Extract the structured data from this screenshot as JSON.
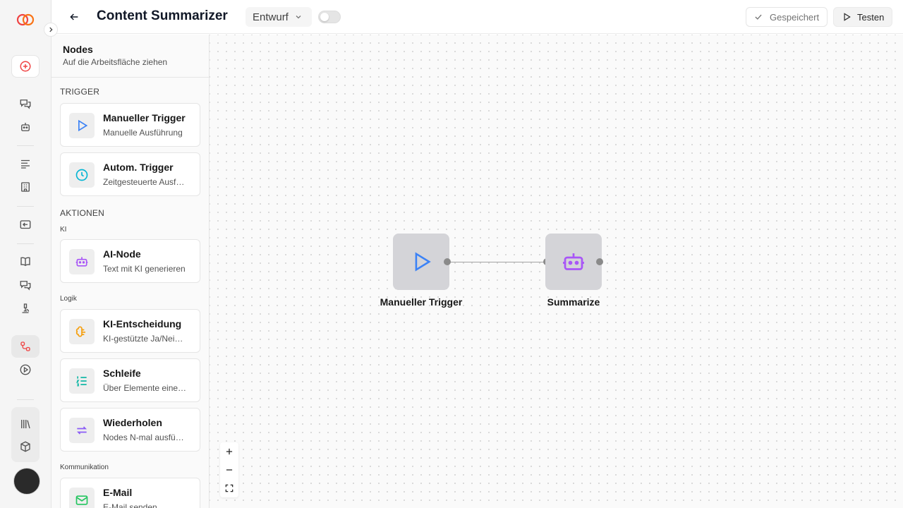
{
  "header": {
    "title": "Content Summarizer",
    "status": "Entwurf",
    "saved_label": "Gespeichert",
    "test_label": "Testen"
  },
  "panel": {
    "title": "Nodes",
    "subtitle": "Auf die Arbeitsfläche ziehen",
    "sections": {
      "trigger": "TRIGGER",
      "actions": "AKTIONEN",
      "ki": "KI",
      "logic": "Logik",
      "communication": "Kommunikation"
    },
    "cards": [
      {
        "title": "Manueller Trigger",
        "desc": "Manuelle Ausführung",
        "icon": "play-icon",
        "color": "#3b82f6"
      },
      {
        "title": "Autom. Trigger",
        "desc": "Zeitgesteuerte Ausf…",
        "icon": "clock-icon",
        "color": "#06b6d4"
      },
      {
        "title": "AI-Node",
        "desc": "Text mit KI generieren",
        "icon": "bot-icon",
        "color": "#a855f7"
      },
      {
        "title": "KI-Entscheidung",
        "desc": "KI-gestützte Ja/Nei…",
        "icon": "brain-icon",
        "color": "#f59e0b"
      },
      {
        "title": "Schleife",
        "desc": "Über Elemente eine…",
        "icon": "list-ordered-icon",
        "color": "#14b8a6"
      },
      {
        "title": "Wiederholen",
        "desc": "Nodes N-mal ausfü…",
        "icon": "repeat-icon",
        "color": "#8b5cf6"
      },
      {
        "title": "E-Mail",
        "desc": "E-Mail senden",
        "icon": "mail-icon",
        "color": "#22c55e"
      }
    ]
  },
  "canvas": {
    "nodes": [
      {
        "label": "Manueller Trigger",
        "icon": "play-icon",
        "color": "#3b82f6"
      },
      {
        "label": "Summarize",
        "icon": "bot-icon",
        "color": "#a855f7"
      }
    ]
  },
  "colors": {
    "accent": "#ef4444"
  }
}
